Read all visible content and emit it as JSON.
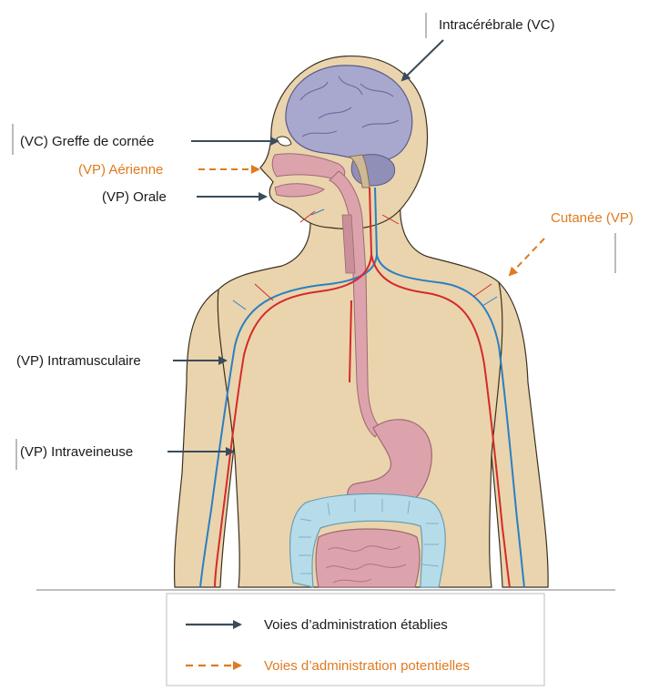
{
  "colors": {
    "established": "#3a4c5a",
    "potential": "#e07a1f",
    "skin": "#ead4ad",
    "skin_outline": "#3c3020",
    "artery": "#d42a2a",
    "vein": "#2b7fc2",
    "brain": "#a8a8cf",
    "digestive": "#dda3ac",
    "colon": "#b6dcea"
  },
  "labels": {
    "intracerebral": "Intracérébrale (VC)",
    "cornea": "(VC) Greffe de cornée",
    "airway": "(VP) Aérienne",
    "oral": "(VP) Orale",
    "cutaneous": "Cutanée (VP)",
    "intramuscular": "(VP) Intramusculaire",
    "intravenous": "(VP) Intraveineuse"
  },
  "legend": {
    "established": "Voies d’administration établies",
    "potential": "Voies d’administration potentielles"
  }
}
